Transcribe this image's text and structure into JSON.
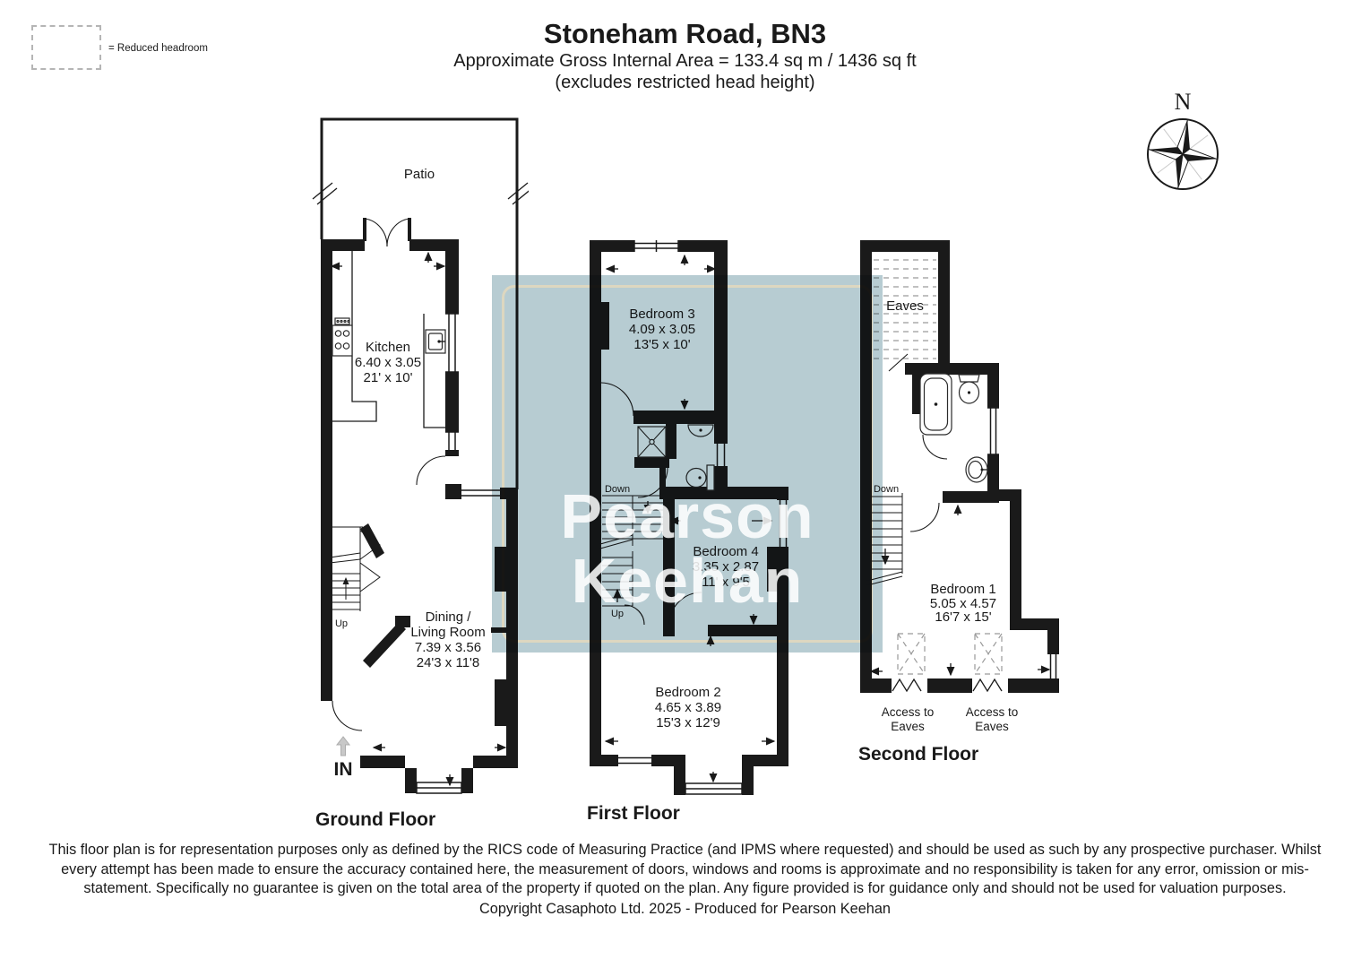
{
  "header": {
    "title": "Stoneham Road, BN3",
    "subtitle": "Approximate Gross Internal Area = 133.4 sq m / 1436 sq ft",
    "note": "(excludes restricted head height)"
  },
  "legend": {
    "label": "= Reduced headroom"
  },
  "compass": {
    "north_label": "N"
  },
  "watermark": {
    "line1": "Pearson",
    "line2": "Keehan",
    "box_color": "#b7ccd2",
    "border_color": "#ddd7c0",
    "text_color": "#ffffff"
  },
  "floors": {
    "ground": {
      "label": "Ground Floor",
      "patio_label": "Patio",
      "kitchen": {
        "name": "Kitchen",
        "metric": "6.40 x 3.05",
        "imperial": "21' x 10'"
      },
      "dining": {
        "name_line1": "Dining /",
        "name_line2": "Living Room",
        "metric": "7.39 x 3.56",
        "imperial": "24'3 x 11'8"
      },
      "stairs_up_label": "Up",
      "entrance_label": "IN"
    },
    "first": {
      "label": "First Floor",
      "bedroom3": {
        "name": "Bedroom 3",
        "metric": "4.09 x 3.05",
        "imperial": "13'5 x 10'"
      },
      "bedroom4": {
        "name": "Bedroom 4",
        "metric": "3.35 x 2.87",
        "imperial": "11' x 9'5"
      },
      "bedroom2": {
        "name": "Bedroom 2",
        "metric": "4.65 x 3.89",
        "imperial": "15'3 x 12'9"
      },
      "stairs_down_label": "Down",
      "stairs_up_label": "Up"
    },
    "second": {
      "label": "Second Floor",
      "eaves_label": "Eaves",
      "bedroom1": {
        "name": "Bedroom 1",
        "metric": "5.05 x 4.57",
        "imperial": "16'7 x 15'"
      },
      "stairs_down_label": "Down",
      "access_line1": "Access to",
      "access_line2": "Eaves"
    }
  },
  "footer": {
    "disclaimer": "This floor plan is for representation purposes only as defined by the RICS code of Measuring Practice (and IPMS where requested) and should be used as such by any prospective purchaser. Whilst every attempt has been made to ensure the accuracy contained here, the measurement of doors, windows and rooms is approximate and no responsibility is taken for any error, omission or mis-statement. Specifically no guarantee is given on the total area of the property if quoted on the plan. Any figure provided is for guidance only and should not be used for valuation purposes.",
    "copyright": "Copyright Casaphoto Ltd. 2025 - Produced for Pearson Keehan"
  }
}
